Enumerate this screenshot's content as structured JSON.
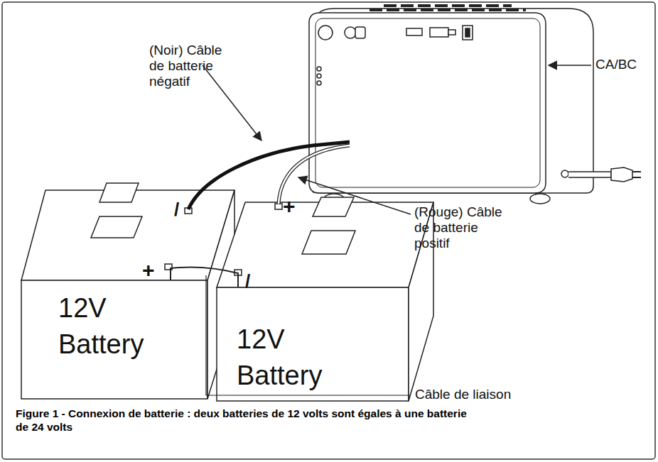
{
  "diagram": {
    "caption": "Figure 1 - Connexion de batterie : deux batteries de 12 volts sont égales à une batterie de 24 volts",
    "nodes": [
      {
        "text": [
          "12V Battery"
        ]
      },
      {
        "text": [
          "12V Battery"
        ]
      }
    ],
    "edges": [
      {
        "from": 0,
        "to": 1,
        "arrow": "none"
      }
    ],
    "labels": [
      "(Noir) Câble de batterie négatif",
      "(Rouge) Câble de batterie positif",
      "Câble de liaison",
      "CA/BC",
      "/",
      "+",
      "+",
      "/"
    ]
  }
}
